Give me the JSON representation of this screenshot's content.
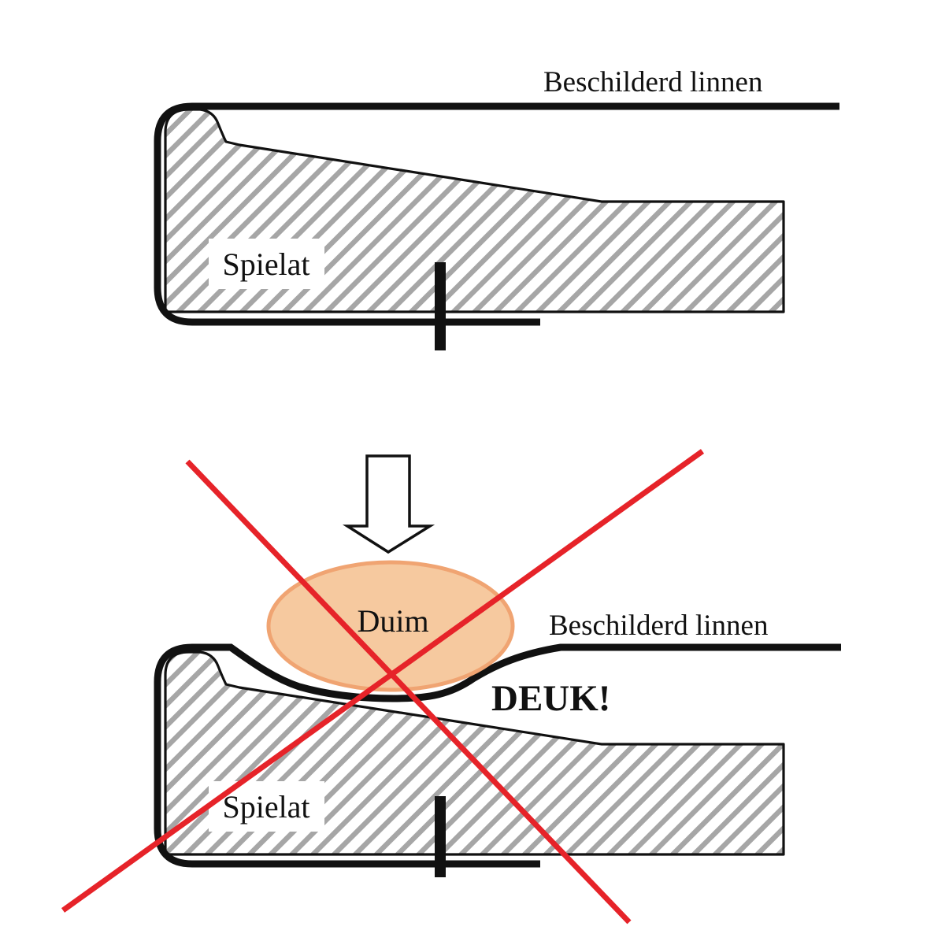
{
  "diagram": {
    "top_panel": {
      "canvas_label": "Beschilderd linnen",
      "stretcher_label": "Spielat"
    },
    "bottom_panel": {
      "canvas_label": "Beschilderd linnen",
      "stretcher_label": "Spielat",
      "thumb_label": "Duim",
      "dent_label": "DEUK!"
    },
    "colors": {
      "ink": "#111111",
      "hatch_gray": "#a6a6a6",
      "thumb_fill": "#f5c292",
      "thumb_stroke": "#f0a472",
      "alert_red": "#e62329"
    }
  }
}
